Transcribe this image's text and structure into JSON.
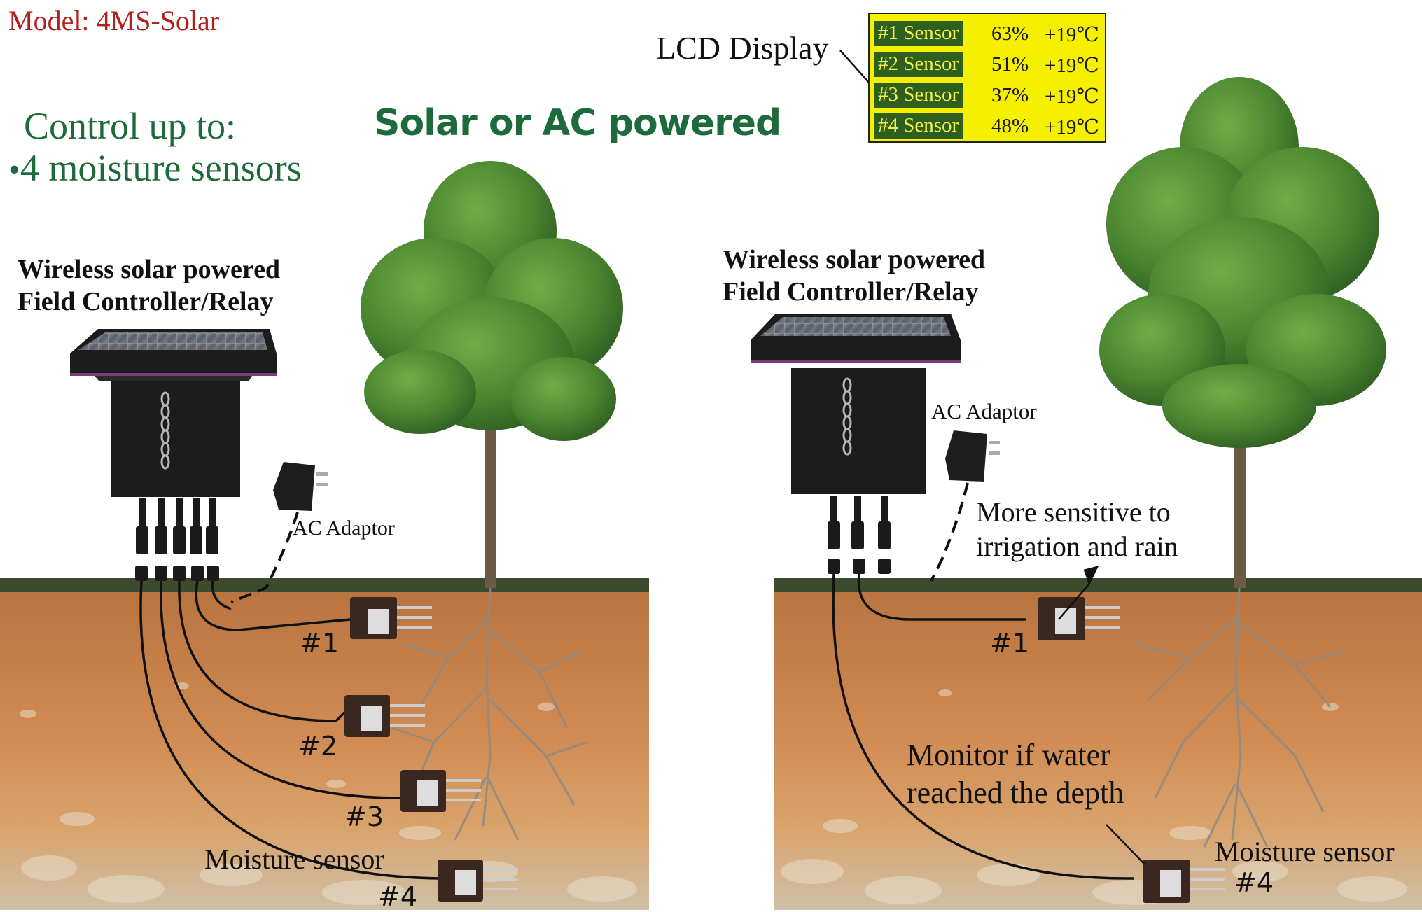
{
  "title": "Model: 4MS-Solar",
  "control_line1": "Control up to:",
  "control_line2": "4 moisture sensors",
  "power_heading": "Solar or AC powered",
  "left": {
    "controller_line1": "Wireless solar powered",
    "controller_line2": "Field Controller/Relay",
    "ac_adaptor": "AC Adaptor",
    "moisture_sensor": "Moisture sensor",
    "sensors": [
      "#1",
      "#2",
      "#3",
      "#4"
    ]
  },
  "right": {
    "controller_line1": "Wireless solar powered",
    "controller_line2": "Field Controller/Relay",
    "ac_adaptor": "AC Adaptor",
    "sensitive_line1": "More sensitive to",
    "sensitive_line2": "irrigation and rain",
    "monitor_line1": "Monitor if water",
    "monitor_line2": "reached the depth",
    "moisture_sensor": "Moisture sensor",
    "sensors": [
      "#1",
      "#4"
    ]
  },
  "lcd": {
    "label": "LCD Display",
    "rows": [
      {
        "name": "#1 Sensor",
        "moisture": "63%",
        "temp": "+19℃"
      },
      {
        "name": "#2 Sensor",
        "moisture": "51%",
        "temp": "+19℃"
      },
      {
        "name": "#3 Sensor",
        "moisture": "37%",
        "temp": "+19℃"
      },
      {
        "name": "#4 Sensor",
        "moisture": "48%",
        "temp": "+19℃"
      }
    ]
  },
  "colors": {
    "title_red": "#b0201c",
    "heading_green": "#1d6b3a",
    "lcd_yellow": "#f4f000",
    "lcd_cell_green": "#2f5f1f",
    "soil_top": "#c9804a",
    "soil_bottom": "#d8a06a",
    "grass": "#3c4a2e",
    "foliage": "#4f8a2f",
    "device": "#1c1c1c"
  }
}
